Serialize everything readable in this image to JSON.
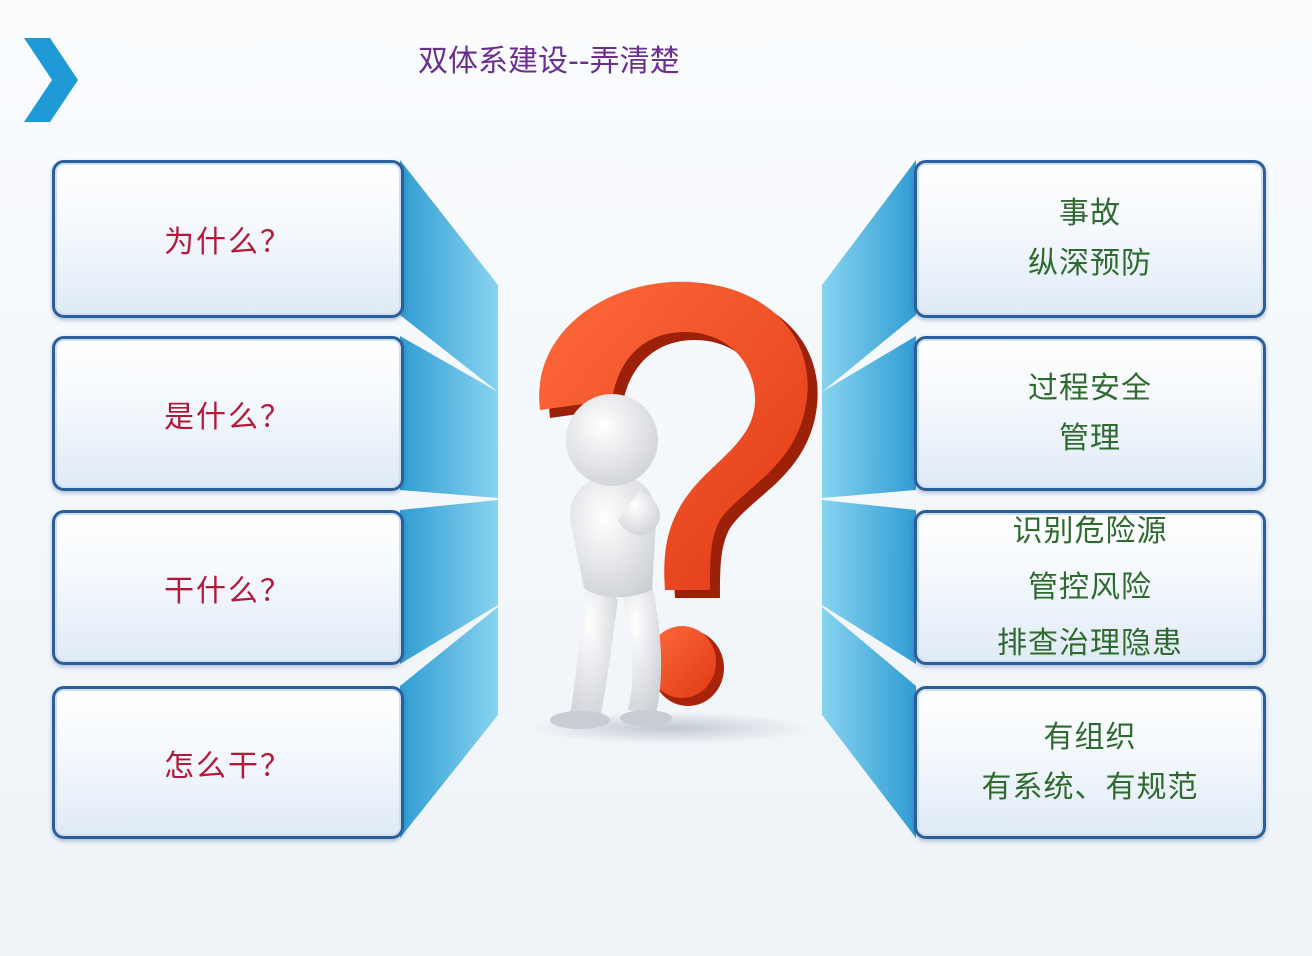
{
  "title": "双体系建设--弄清楚",
  "left_items": [
    {
      "label": "为什么？"
    },
    {
      "label": "是什么？"
    },
    {
      "label": "干什么？"
    },
    {
      "label": "怎么干？"
    }
  ],
  "right_items": [
    {
      "lines": [
        "事故",
        "纵深预防"
      ]
    },
    {
      "lines": [
        "过程安全",
        "管理"
      ]
    },
    {
      "lines": [
        "识别危险源",
        "管控风险",
        "排查治理隐患"
      ]
    },
    {
      "lines": [
        "有组织",
        "有系统、有规范"
      ]
    }
  ],
  "colors": {
    "title": "#6b2f8f",
    "left_text": "#b3173a",
    "right_text": "#2f6a2f",
    "box_border": "#2b5e9a",
    "connector": "#4fb3e0",
    "question_mark": "#e8411f",
    "chevron": "#1e9ad6"
  },
  "icons": [
    "chevron-right-icon",
    "question-mark-icon",
    "thinking-person-icon"
  ]
}
